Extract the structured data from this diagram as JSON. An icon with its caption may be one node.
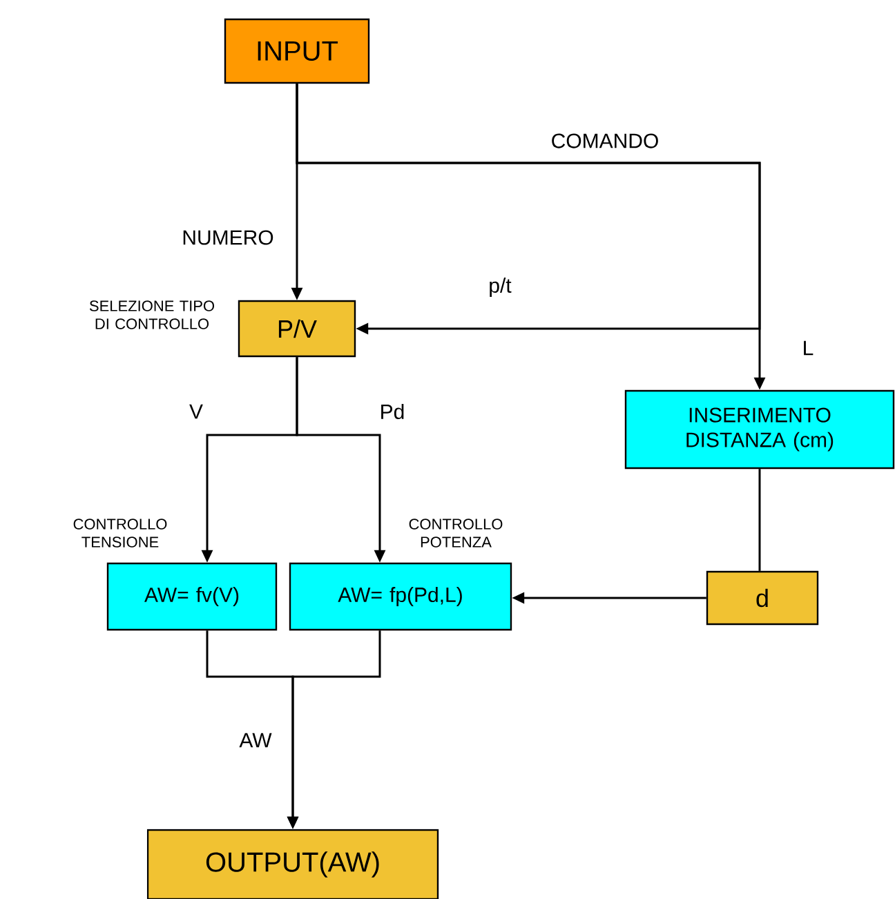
{
  "diagram": {
    "nodes": [
      {
        "text": [
          "INPUT"
        ]
      },
      {
        "text": [
          "P/V"
        ],
        "beside": [
          "SELEZIONE TIPO DI CONTROLLO"
        ]
      },
      {
        "text": [
          "INSERIMENTO DISTANZA (cm)"
        ]
      },
      {
        "text": [
          "AW= fv(V)"
        ],
        "beside": [
          "CONTROLLO TENSIONE"
        ]
      },
      {
        "text": [
          "AW= fp(Pd,L)"
        ],
        "beside": [
          "CONTROLLO POTENZA"
        ]
      },
      {
        "text": [
          "d"
        ]
      },
      {
        "text": [
          "OUTPUT(AW)"
        ]
      }
    ],
    "edges": [
      {
        "from": 0,
        "to": 1,
        "arrow": "to",
        "label": "NUMERO"
      },
      {
        "from": 0,
        "to": 1,
        "arrow": "to",
        "label": "p/t"
      },
      {
        "from": 0,
        "to": 2,
        "arrow": "to",
        "label": "L"
      },
      {
        "from": 1,
        "to": 3,
        "arrow": "to",
        "label": "V"
      },
      {
        "from": 1,
        "to": 4,
        "arrow": "to",
        "label": "Pd"
      },
      {
        "from": 2,
        "to": 5,
        "arrow": "none"
      },
      {
        "from": 5,
        "to": 4,
        "arrow": "to"
      },
      {
        "from": 3,
        "to": 6,
        "arrow": "to",
        "label": "AW"
      },
      {
        "from": 4,
        "to": 6,
        "arrow": "to"
      }
    ],
    "labels": [
      "COMANDO"
    ]
  }
}
